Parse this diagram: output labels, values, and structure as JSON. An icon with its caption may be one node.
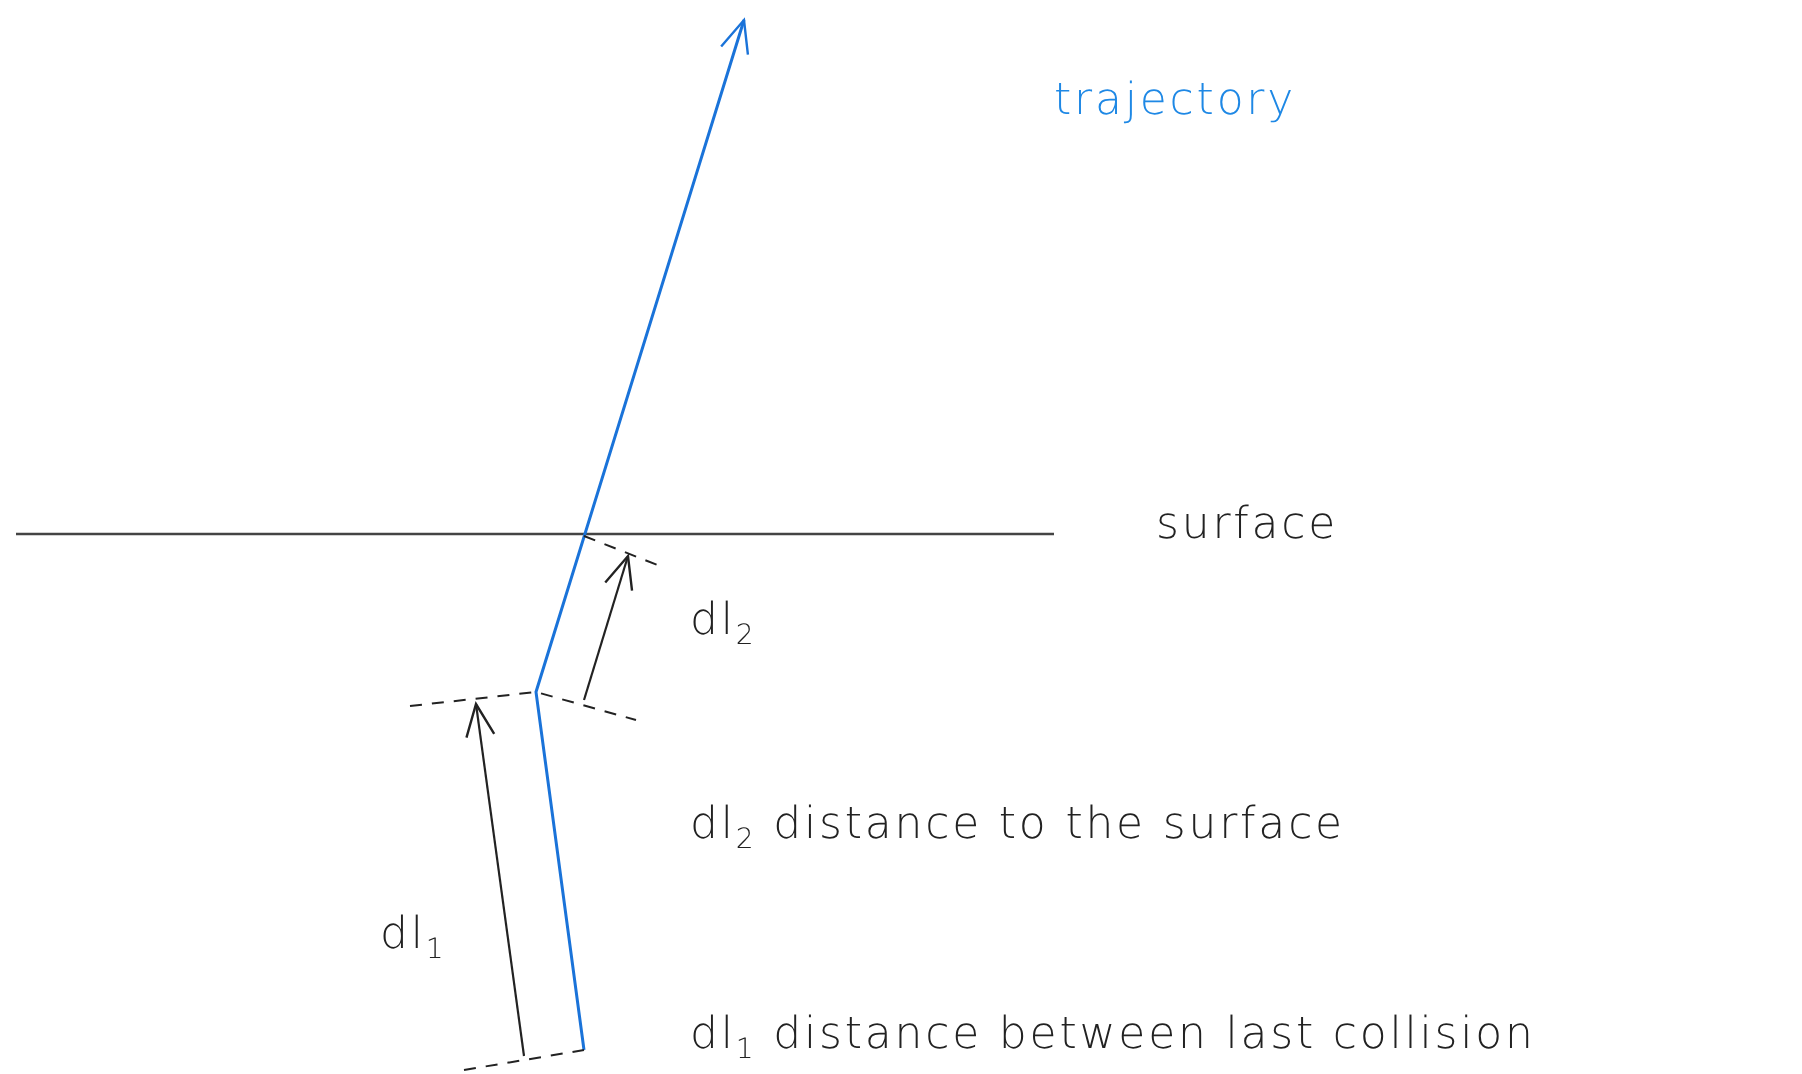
{
  "diagram": {
    "labels": [
      "trajectory",
      "surface",
      "dl$_{2}$",
      "dl$_{2}$ distance to the surface",
      "dl$_{1}$",
      "dl$_{1}$ distance between last collision"
    ]
  }
}
